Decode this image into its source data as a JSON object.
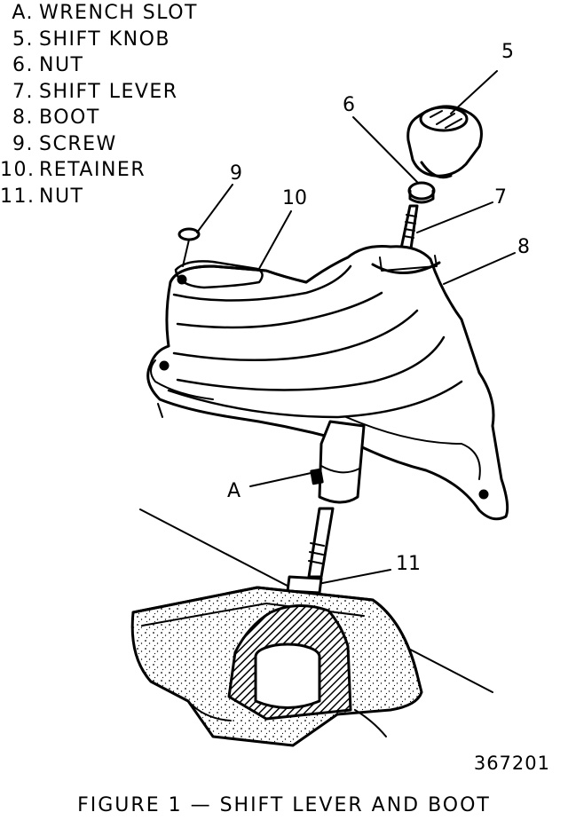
{
  "legend": [
    {
      "key": "A.",
      "label": "WRENCH SLOT"
    },
    {
      "key": "5.",
      "label": "SHIFT KNOB"
    },
    {
      "key": "6.",
      "label": "NUT"
    },
    {
      "key": "7.",
      "label": "SHIFT LEVER"
    },
    {
      "key": "8.",
      "label": "BOOT"
    },
    {
      "key": "9.",
      "label": "SCREW"
    },
    {
      "key": "10.",
      "label": "RETAINER"
    },
    {
      "key": "11.",
      "label": "NUT"
    }
  ],
  "callouts": {
    "c5": "5",
    "c6": "6",
    "c7": "7",
    "c8": "8",
    "c9": "9",
    "c10": "10",
    "cA": "A",
    "c11": "11"
  },
  "reference_number": "367201",
  "caption": "FIGURE 1 — SHIFT LEVER AND BOOT"
}
